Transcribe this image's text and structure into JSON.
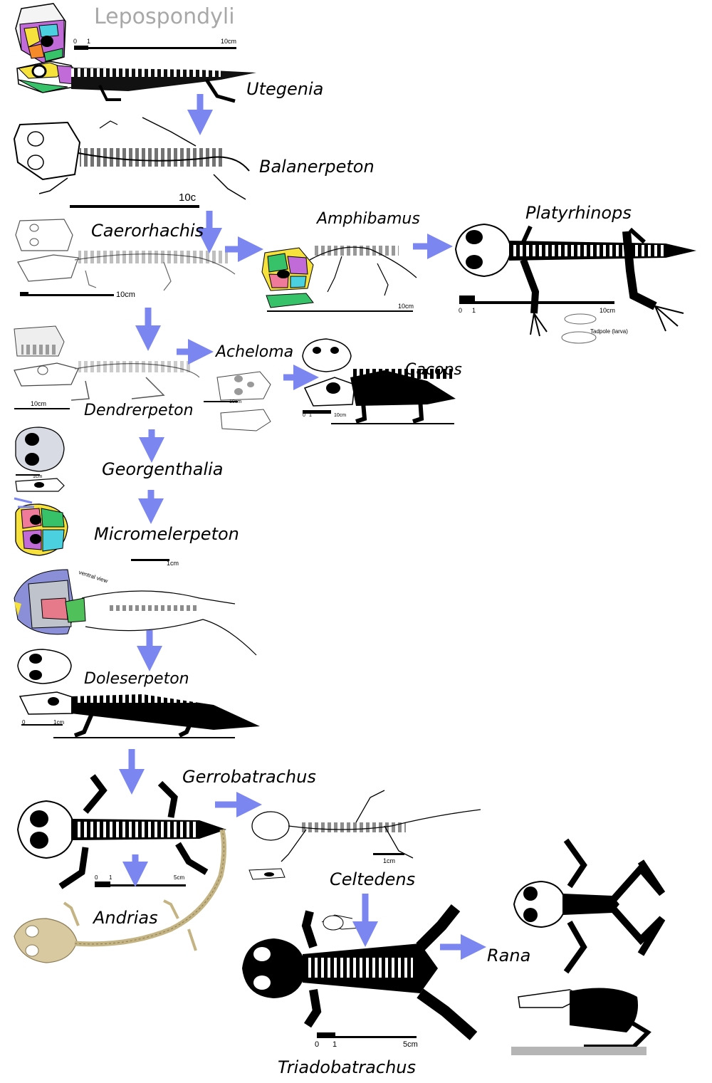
{
  "title": "Lepospondyli",
  "taxa": {
    "utegenia": "Utegenia",
    "balanerpeton": "Balanerpeton",
    "caerorhachis": "Caerorhachis",
    "amphibamus": "Amphibamus",
    "platyrhinops": "Platyrhinops",
    "acheloma": "Acheloma",
    "cacops": "Cacops",
    "dendrerpeton": "Dendrerpeton",
    "georgenthalia": "Georgenthalia",
    "micromelerpeton": "Micromelerpeton",
    "doleserpeton": "Doleserpeton",
    "gerrobatrachus": "Gerrobatrachus",
    "celtedens": "Celtedens",
    "andrias": "Andrias",
    "rana": "Rana",
    "triadobatrachus": "Triadobatrachus"
  },
  "scales": {
    "utegenia_0": "0",
    "utegenia_1": "1",
    "utegenia_10": "10cm",
    "balanerpeton": "10c",
    "caerorhachis": "10cm",
    "amphibamus": "10cm",
    "platyrhinops_0": "0",
    "platyrhinops_1": "1",
    "platyrhinops_10": "10cm",
    "dendrerpeton": "10cm",
    "acheloma": "10cm",
    "cacops_0": "0",
    "cacops_1": "1",
    "cacops_10": "10cm",
    "georgenthalia": "1cm",
    "micromelerpeton": "1cm",
    "doleserpeton_0": "0",
    "doleserpeton_1": "1cm",
    "gerrobatrachus_0": "0",
    "gerrobatrachus_1": "1",
    "gerrobatrachus_5": "5cm",
    "celtedens": "1cm",
    "triadobatrachus_0": "0",
    "triadobatrachus_1": "1",
    "triadobatrachus_5": "5cm"
  },
  "notes": {
    "tadpole": "Tadpole (larva)",
    "ventral": "ventral view"
  },
  "colors": {
    "arrow": "#7b86f0",
    "skeleton_black": "#000000",
    "andrias_bone": "#d8c9a0",
    "ground": "#b5b5b5"
  }
}
